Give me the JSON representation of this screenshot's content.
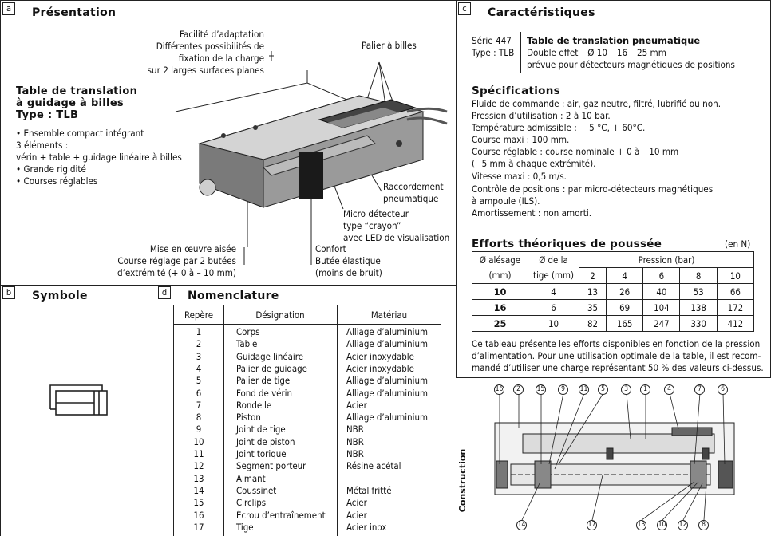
{
  "sections": {
    "a": {
      "letter": "a",
      "title": "Présentation"
    },
    "b": {
      "letter": "b",
      "title": "Symbole"
    },
    "c": {
      "letter": "c",
      "title": "Caractéristiques"
    },
    "d": {
      "letter": "d",
      "title": "Nomenclature"
    }
  },
  "presentation": {
    "heading_line1": "Table de translation",
    "heading_line2": "à guidage à billes",
    "heading_line3": "Type : TLB",
    "bullets": [
      "• Ensemble compact intégrant",
      "3 éléments :",
      "vérin + table + guidage linéaire à billes",
      "• Grande rigidité",
      "• Courses réglables"
    ],
    "callouts": {
      "adaptation": [
        "Facilité d’adaptation",
        "Différentes possibilités de",
        "fixation de la charge",
        "sur 2 larges surfaces planes"
      ],
      "palier": [
        "Palier à billes"
      ],
      "raccordement": [
        "Raccordement",
        "pneumatique"
      ],
      "micro": [
        "Micro détecteur",
        "type “crayon”",
        "avec LED de visualisation"
      ],
      "mise": [
        "Mise en œuvre aisée",
        "Course réglage par 2 butées",
        "d’extrémité (+ 0 à – 10 mm)"
      ],
      "confort": [
        "Confort",
        "Butée élastique",
        "(moins de bruit)"
      ]
    }
  },
  "caracteristiques": {
    "serie_label": "Série 447",
    "type_label": "Type : TLB",
    "desc_bold": "Table de translation pneumatique",
    "desc_line2": "Double effet – Ø 10 – 16 – 25 mm",
    "desc_line3": "prévue pour détecteurs magnétiques de positions",
    "spec_title": "Spécifications",
    "specs": [
      "Fluide de commande : air, gaz neutre, filtré, lubrifié ou non.",
      "Pression d’utilisation : 2 à 10 bar.",
      "Température admissible : + 5 °C, + 60°C.",
      "Course maxi : 100 mm.",
      "Course réglable : course nominale + 0 à – 10 mm",
      "(– 5 mm à chaque extrémité).",
      "Vitesse maxi : 0,5 m/s.",
      "Contrôle de positions : par micro-détecteurs magnétiques",
      "à ampoule (ILS).",
      "Amortissement : non amorti."
    ],
    "efforts_title": "Efforts théoriques de poussée",
    "efforts_unit": "(en N)",
    "table_headers": {
      "alesage1": "Ø alésage",
      "alesage2": "(mm)",
      "tige1": "Ø de la",
      "tige2": "tige (mm)",
      "pression": "Pression (bar)",
      "pressures": [
        "2",
        "4",
        "6",
        "8",
        "10"
      ]
    },
    "table_rows": [
      {
        "alesage": "10",
        "tige": "4",
        "values": [
          "13",
          "26",
          "40",
          "53",
          "66"
        ]
      },
      {
        "alesage": "16",
        "tige": "6",
        "values": [
          "35",
          "69",
          "104",
          "138",
          "172"
        ]
      },
      {
        "alesage": "25",
        "tige": "10",
        "values": [
          "82",
          "165",
          "247",
          "330",
          "412"
        ]
      }
    ],
    "note_lines": [
      "Ce tableau présente les efforts disponibles en fonction de la pression",
      "d’alimentation. Pour une utilisation optimale de la table, il est recom-",
      "mandé d’utiliser une charge représentant 50 % des valeurs ci-dessus."
    ]
  },
  "nomenclature": {
    "headers": {
      "repere": "Repère",
      "designation": "Désignation",
      "materiau": "Matériau"
    },
    "rows": [
      {
        "n": "1",
        "d": "Corps",
        "m": "Alliage d’aluminium"
      },
      {
        "n": "2",
        "d": "Table",
        "m": "Alliage d’aluminium"
      },
      {
        "n": "3",
        "d": "Guidage linéaire",
        "m": "Acier inoxydable"
      },
      {
        "n": "4",
        "d": "Palier de guidage",
        "m": "Acier inoxydable"
      },
      {
        "n": "5",
        "d": "Palier de tige",
        "m": "Alliage d’aluminium"
      },
      {
        "n": "6",
        "d": "Fond de vérin",
        "m": "Alliage d’aluminium"
      },
      {
        "n": "7",
        "d": "Rondelle",
        "m": "Acier"
      },
      {
        "n": "8",
        "d": "Piston",
        "m": "Alliage d’aluminium"
      },
      {
        "n": "9",
        "d": "Joint de tige",
        "m": "NBR"
      },
      {
        "n": "10",
        "d": "Joint de piston",
        "m": "NBR"
      },
      {
        "n": "11",
        "d": "Joint torique",
        "m": "NBR"
      },
      {
        "n": "12",
        "d": "Segment porteur",
        "m": "Résine acétal"
      },
      {
        "n": "13",
        "d": "Aimant",
        "m": ""
      },
      {
        "n": "14",
        "d": "Coussinet",
        "m": "Métal fritté"
      },
      {
        "n": "15",
        "d": "Circlips",
        "m": "Acier"
      },
      {
        "n": "16",
        "d": "Écrou d’entraînement",
        "m": "Acier"
      },
      {
        "n": "17",
        "d": "Tige",
        "m": "Acier inox"
      }
    ]
  },
  "construction": {
    "label": "Construction",
    "top_marks": [
      "16",
      "2",
      "15",
      "9",
      "11",
      "5",
      "3",
      "1",
      "4",
      "7",
      "6"
    ],
    "bottom_marks": [
      "14",
      "17",
      "13",
      "10",
      "12",
      "8"
    ]
  }
}
